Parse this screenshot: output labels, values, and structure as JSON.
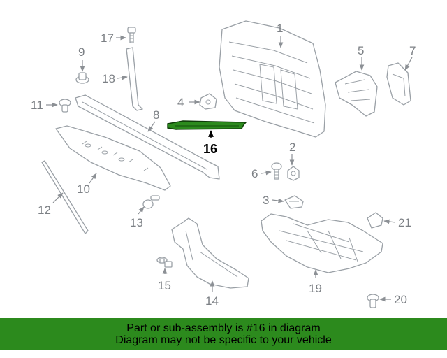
{
  "highlight_color": "#2c8a1d",
  "highlighted_part": "16",
  "callouts": {
    "c1": "1",
    "c2": "2",
    "c3": "3",
    "c4": "4",
    "c5": "5",
    "c6": "6",
    "c7": "7",
    "c8": "8",
    "c9": "9",
    "c10": "10",
    "c11": "11",
    "c12": "12",
    "c13": "13",
    "c14": "14",
    "c15": "15",
    "c16": "16",
    "c17": "17",
    "c18": "18",
    "c19": "19",
    "c20": "20",
    "c21": "21"
  },
  "banner": {
    "line1": "Part or sub-assembly is #16 in diagram",
    "line2": "Diagram may not be specific to your vehicle"
  }
}
